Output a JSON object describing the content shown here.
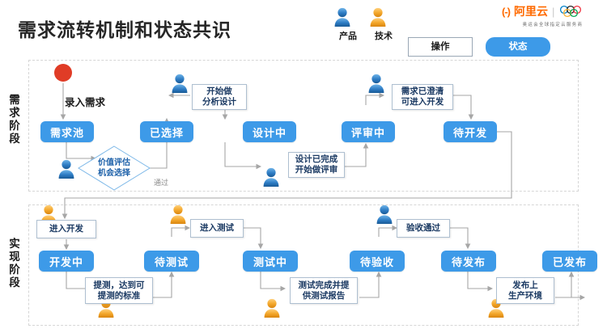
{
  "header": {
    "title": "需求流转机制和状态共识",
    "brand": {
      "mark": "(-)",
      "name": "阿里云",
      "divider": "|",
      "tagline": "奥运会全球指定云服务商"
    },
    "legend": {
      "product_label": "产品",
      "tech_label": "技术",
      "operation_chip": "操作",
      "state_chip": "状态",
      "product_color": "#2878b5",
      "tech_color": "#f0a02a",
      "state_color": "#3d9ae8"
    }
  },
  "phases": [
    {
      "id": "requirement",
      "label": "需求阶段"
    },
    {
      "id": "implementation",
      "label": "实现阶段"
    }
  ],
  "flow": {
    "start_label": "录入需求",
    "decision": {
      "line1": "价值评估",
      "line2": "机会选择",
      "pass_label": "通过"
    },
    "requirement_states": [
      "需求池",
      "已选择",
      "设计中",
      "评审中",
      "待开发"
    ],
    "requirement_actions": [
      {
        "line1": "开始做",
        "line2": "分析设计",
        "actor": "product"
      },
      {
        "line1": "设计已完成",
        "line2": "开始做评审",
        "actor": "product"
      },
      {
        "line1": "需求已澄清",
        "line2": "可进入开发",
        "actor": "product"
      }
    ],
    "implementation_states": [
      "开发中",
      "待测试",
      "测试中",
      "待验收",
      "待发布",
      "已发布"
    ],
    "implementation_actions": [
      {
        "line1": "进入开发",
        "line2": "",
        "actor": "tech"
      },
      {
        "line1": "提测，达到可",
        "line2": "提测的标准",
        "actor": "tech"
      },
      {
        "line1": "进入测试",
        "line2": "",
        "actor": "tech"
      },
      {
        "line1": "测试完成并提",
        "line2": "供测试报告",
        "actor": "tech"
      },
      {
        "line1": "验收通过",
        "line2": "",
        "actor": "product"
      },
      {
        "line1": "发布上",
        "line2": "生产环境",
        "actor": "tech"
      }
    ]
  },
  "colors": {
    "state_blue": "#3d9ae8",
    "start_red": "#e03c26",
    "connector_gray": "#a6a6a6",
    "diamond_blue": "#7db8e8"
  }
}
